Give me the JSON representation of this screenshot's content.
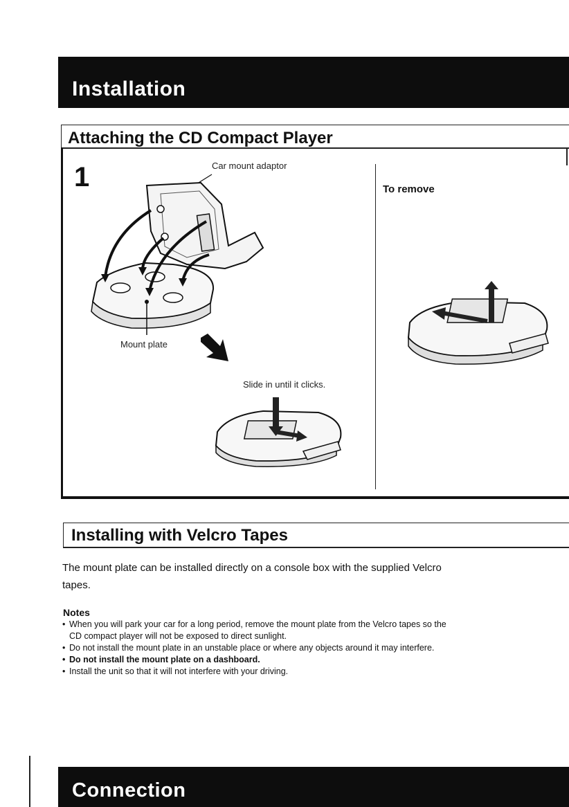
{
  "header": {
    "title": "Installation"
  },
  "section1": {
    "title": "Attaching the CD Compact Player",
    "step_number": "1",
    "labels": {
      "car_mount_adaptor": "Car mount adaptor",
      "mount_plate": "Mount plate",
      "slide_in": "Slide in until it clicks."
    },
    "to_remove": "To remove"
  },
  "section2": {
    "title": "Installing with Velcro Tapes",
    "paragraph": "The mount plate can be installed directly on a console box with the supplied Velcro tapes.",
    "notes_title": "Notes",
    "notes": [
      "When you will park your car for a long period, remove the mount plate from the Velcro tapes so the CD compact player will not be exposed to direct sunlight.",
      "Do not install the mount plate in an unstable place or where any objects around it may interfere.",
      "Do not install the mount plate on a dashboard.",
      "Install the unit so that it will not interfere with your driving."
    ]
  },
  "footer": {
    "title": "Connection"
  }
}
